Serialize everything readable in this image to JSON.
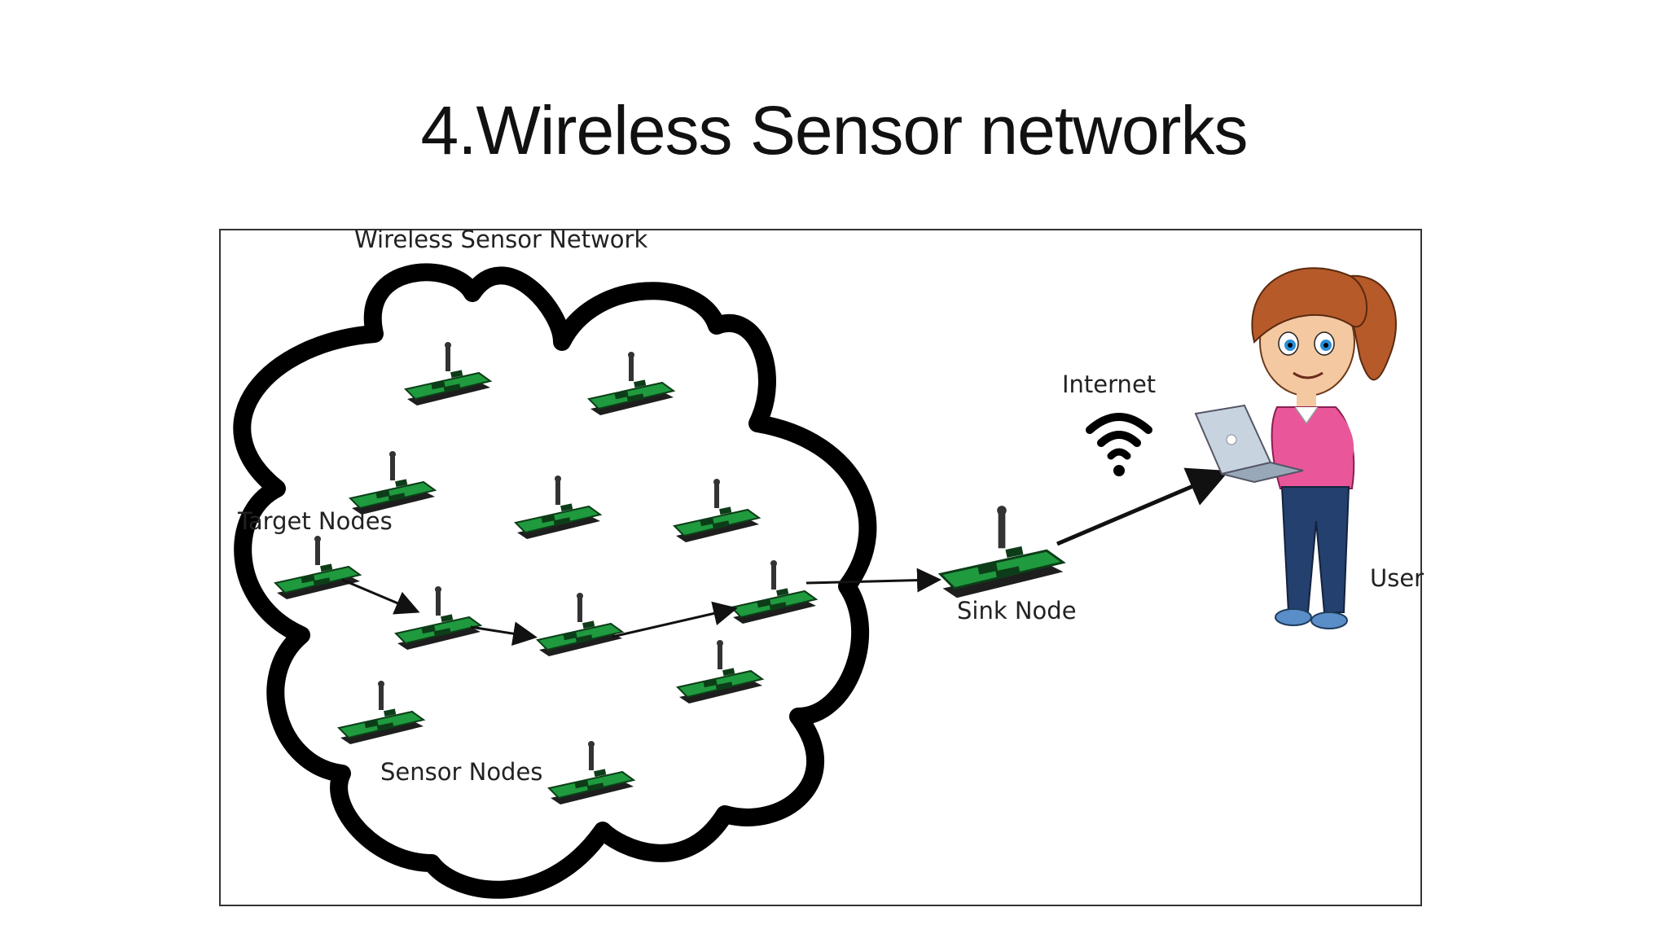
{
  "slide": {
    "title": "4.Wireless Sensor networks"
  },
  "diagram": {
    "network_label": "Wireless Sensor Network",
    "target_label": "Target Nodes",
    "sensor_label": "Sensor Nodes",
    "internet_label": "Internet",
    "sink_label": "Sink Node",
    "user_label": "User"
  },
  "colors": {
    "node_board": "#1f9a3e",
    "node_dark": "#0d3d18",
    "cloud_outline": "#000000",
    "shirt": "#e9579a",
    "jeans": "#24406e",
    "hair": "#b65a2a"
  },
  "icons": [
    "wifi-icon",
    "sensor-node-icon",
    "laptop-icon",
    "user-figure"
  ]
}
